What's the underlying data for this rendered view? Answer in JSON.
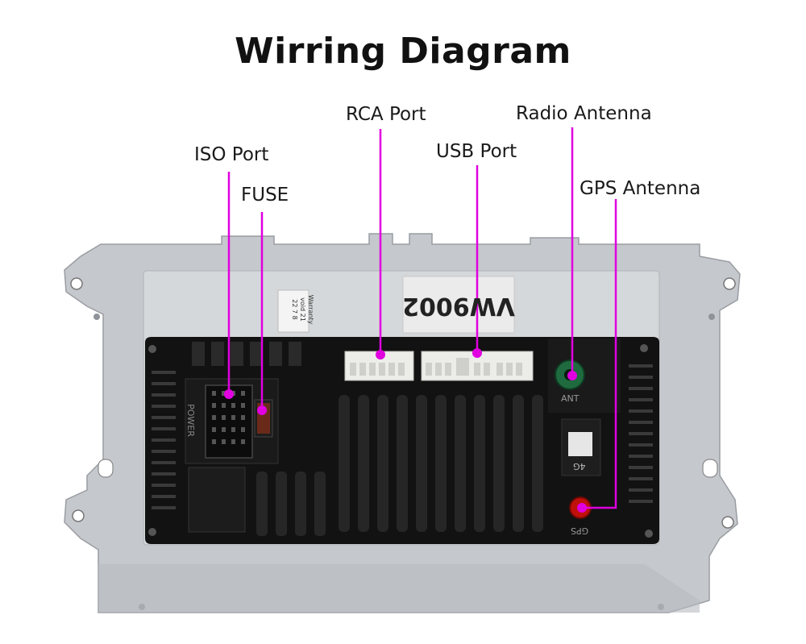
{
  "title": "Wirring Diagram",
  "labels": {
    "iso_port": "ISO Port",
    "fuse": "FUSE",
    "rca_port": "RCA Port",
    "usb_port": "USB Port",
    "radio_antenna": "Radio Antenna",
    "gps_antenna": "GPS Antenna"
  },
  "device": {
    "model_label": "VW9002",
    "sticker_text": "Warranty void 21 22 7 8",
    "port_captions": {
      "power": "POWER",
      "ant": "ANT",
      "4g": "4G",
      "gps": "GPS"
    }
  },
  "colors": {
    "pointer": "#e000e0",
    "metal_frame": "#c4c7cc",
    "panel": "#d3d6d8",
    "body": "#111111",
    "connector": "#ececea",
    "radio_antenna_jack": "#1f6b3f",
    "gps_antenna_jack": "#c0100a"
  }
}
